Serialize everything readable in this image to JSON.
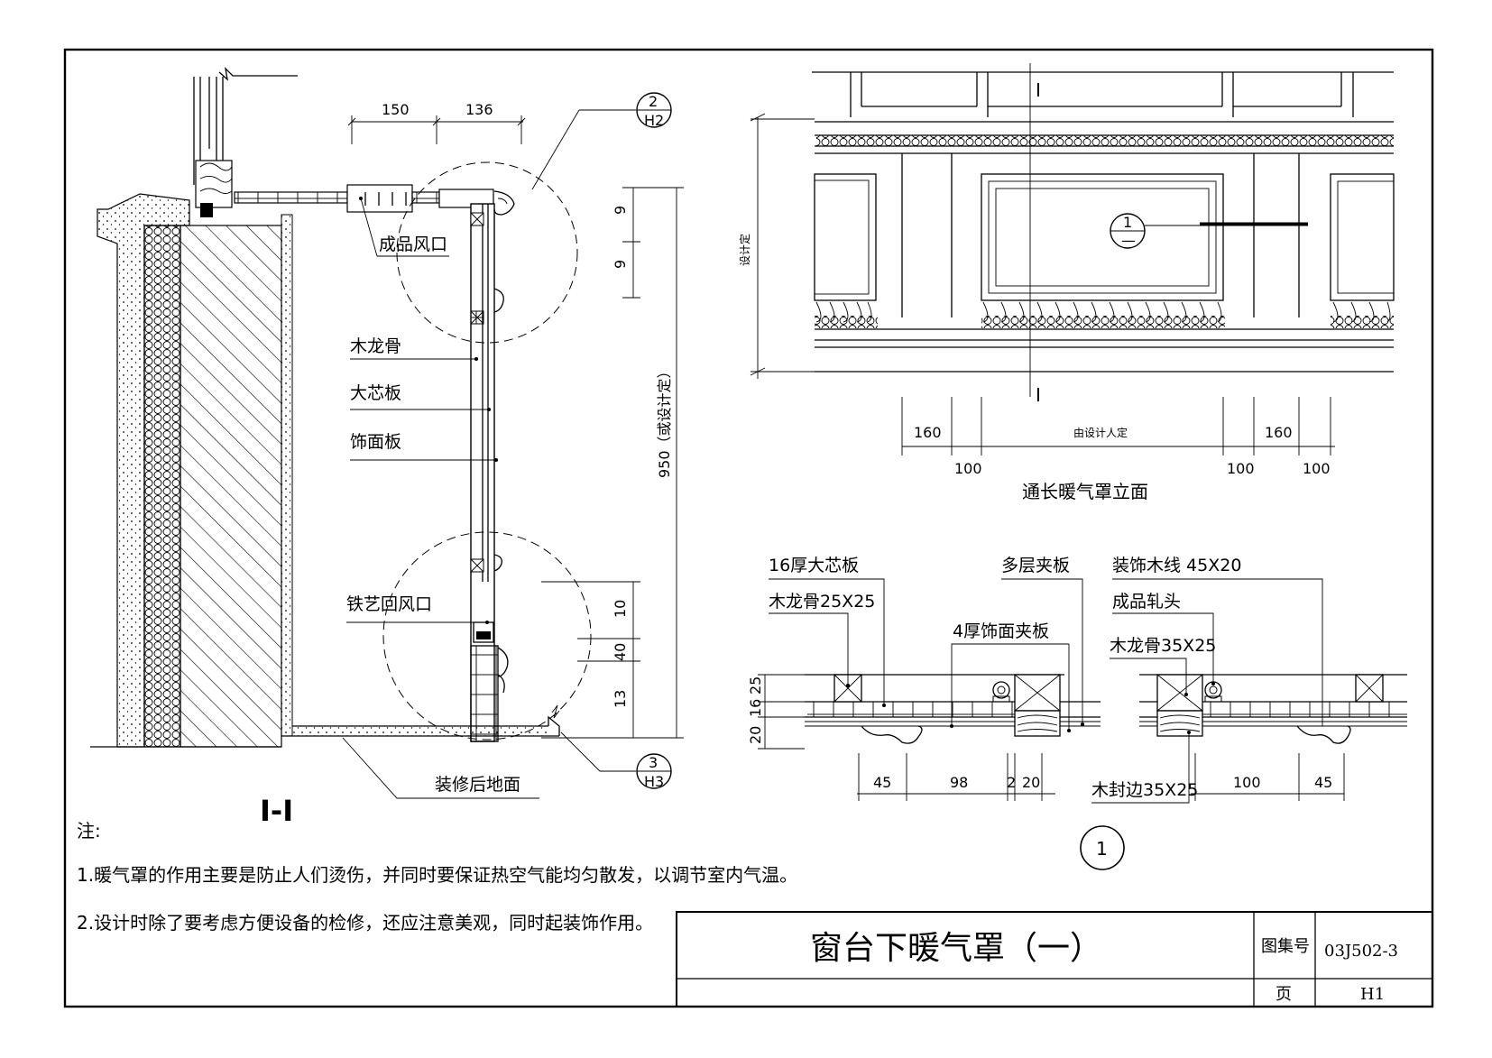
{
  "section": {
    "dims_top": [
      "150",
      "136"
    ],
    "dims_right": [
      "9",
      "9",
      "950（或设计定）",
      "10",
      "40",
      "13"
    ],
    "labels": {
      "vent": "成品风口",
      "keel": "木龙骨",
      "core_board": "大芯板",
      "face_board": "饰面板",
      "return_vent": "铁艺回风口",
      "floor": "装修后地面"
    },
    "callout_top": {
      "num": "2",
      "sheet": "H2"
    },
    "callout_bottom": {
      "num": "3",
      "sheet": "H3"
    },
    "caption": "I-I"
  },
  "elevation": {
    "section_mark": "I",
    "height_note": "设计定",
    "dims_upper": [
      "160",
      "由设计人定",
      "160"
    ],
    "dims_lower": [
      "100",
      "100",
      "100"
    ],
    "callout": {
      "num": "1",
      "sheet": "—"
    },
    "caption": "通长暖气罩立面"
  },
  "detail": {
    "labels": {
      "core16": "16厚大芯板",
      "keel25": "木龙骨25X25",
      "plywood": "多层夹板",
      "face4": "4厚饰面夹板",
      "trim": "装饰木线 45X20",
      "finial": "成品轧头",
      "keel35": "木龙骨35X25",
      "edge": "木封边35X25"
    },
    "dims_left": [
      "25",
      "16",
      "20"
    ],
    "dims_bottom_left": [
      "45",
      "98",
      "2",
      "20"
    ],
    "dims_bottom_right": [
      "100",
      "45"
    ],
    "number": "1"
  },
  "notes": {
    "heading": "注:",
    "items": [
      "1.暖气罩的作用主要是防止人们烫伤，并同时要保证热空气能均匀散发，以调节室内气温。",
      "2.设计时除了要考虑方便设备的检修，还应注意美观，同时起装饰作用。"
    ]
  },
  "title_block": {
    "title": "窗台下暖气罩（一）",
    "atlas_label": "图集号",
    "atlas_no": "03J502-3",
    "page_label": "页",
    "page_no": "H1"
  }
}
